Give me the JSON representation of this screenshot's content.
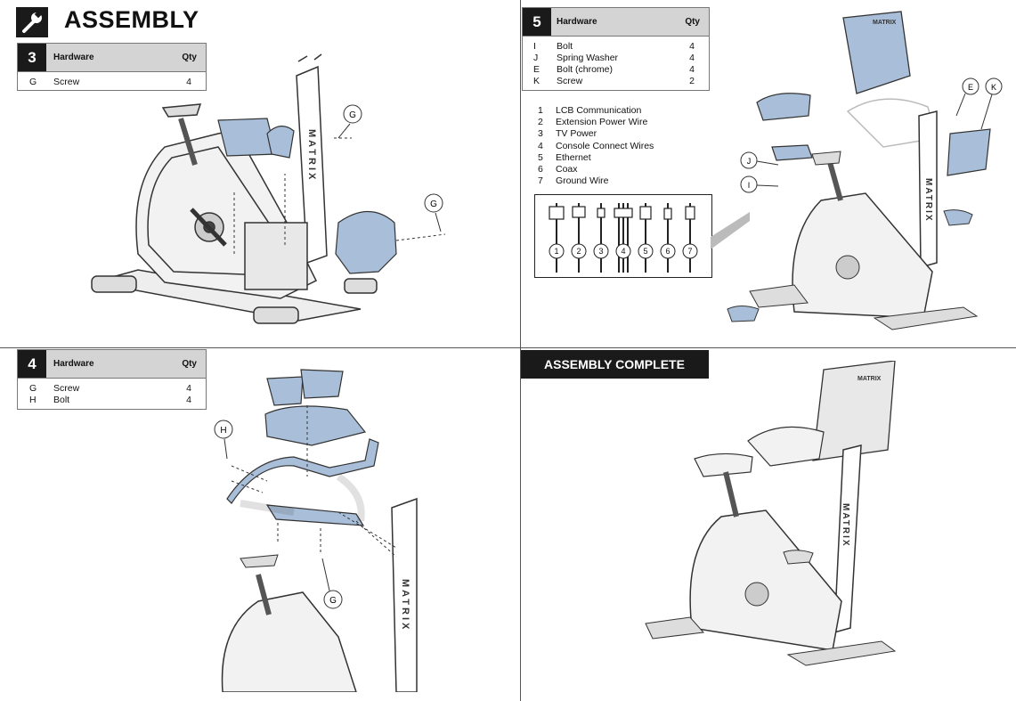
{
  "header": {
    "title": "ASSEMBLY",
    "icon": "wrench-icon"
  },
  "step3": {
    "number": "3",
    "hardware_label": "Hardware",
    "qty_label": "Qty",
    "items": [
      {
        "code": "G",
        "name": "Screw",
        "qty": "4"
      }
    ],
    "callouts": [
      "G",
      "G"
    ],
    "frame_text": "MATRIX"
  },
  "step4": {
    "number": "4",
    "hardware_label": "Hardware",
    "qty_label": "Qty",
    "items": [
      {
        "code": "G",
        "name": "Screw",
        "qty": "4"
      },
      {
        "code": "H",
        "name": "Bolt",
        "qty": "4"
      }
    ],
    "callouts": [
      "H",
      "G"
    ],
    "frame_text": "MATRIX"
  },
  "step5": {
    "number": "5",
    "hardware_label": "Hardware",
    "qty_label": "Qty",
    "items": [
      {
        "code": "I",
        "name": "Bolt",
        "qty": "4"
      },
      {
        "code": "J",
        "name": "Spring Washer",
        "qty": "4"
      },
      {
        "code": "E",
        "name": "Bolt (chrome)",
        "qty": "4"
      },
      {
        "code": "K",
        "name": "Screw",
        "qty": "2"
      }
    ],
    "wires": [
      {
        "num": "1",
        "name": "LCB Communication"
      },
      {
        "num": "2",
        "name": "Extension Power Wire"
      },
      {
        "num": "3",
        "name": "TV Power"
      },
      {
        "num": "4",
        "name": "Console Connect Wires"
      },
      {
        "num": "5",
        "name": "Ethernet"
      },
      {
        "num": "6",
        "name": "Coax"
      },
      {
        "num": "7",
        "name": "Ground Wire"
      }
    ],
    "callouts": [
      "E",
      "K",
      "J",
      "I"
    ],
    "frame_text": "MATRIX",
    "console_text": "MATRIX"
  },
  "complete": {
    "label": "ASSEMBLY COMPLETE",
    "frame_text": "MATRIX",
    "console_text": "MATRIX"
  },
  "colors": {
    "part_blue": "#a9bfd9",
    "dark": "#1a1a1a",
    "header_gray": "#d4d4d4"
  }
}
